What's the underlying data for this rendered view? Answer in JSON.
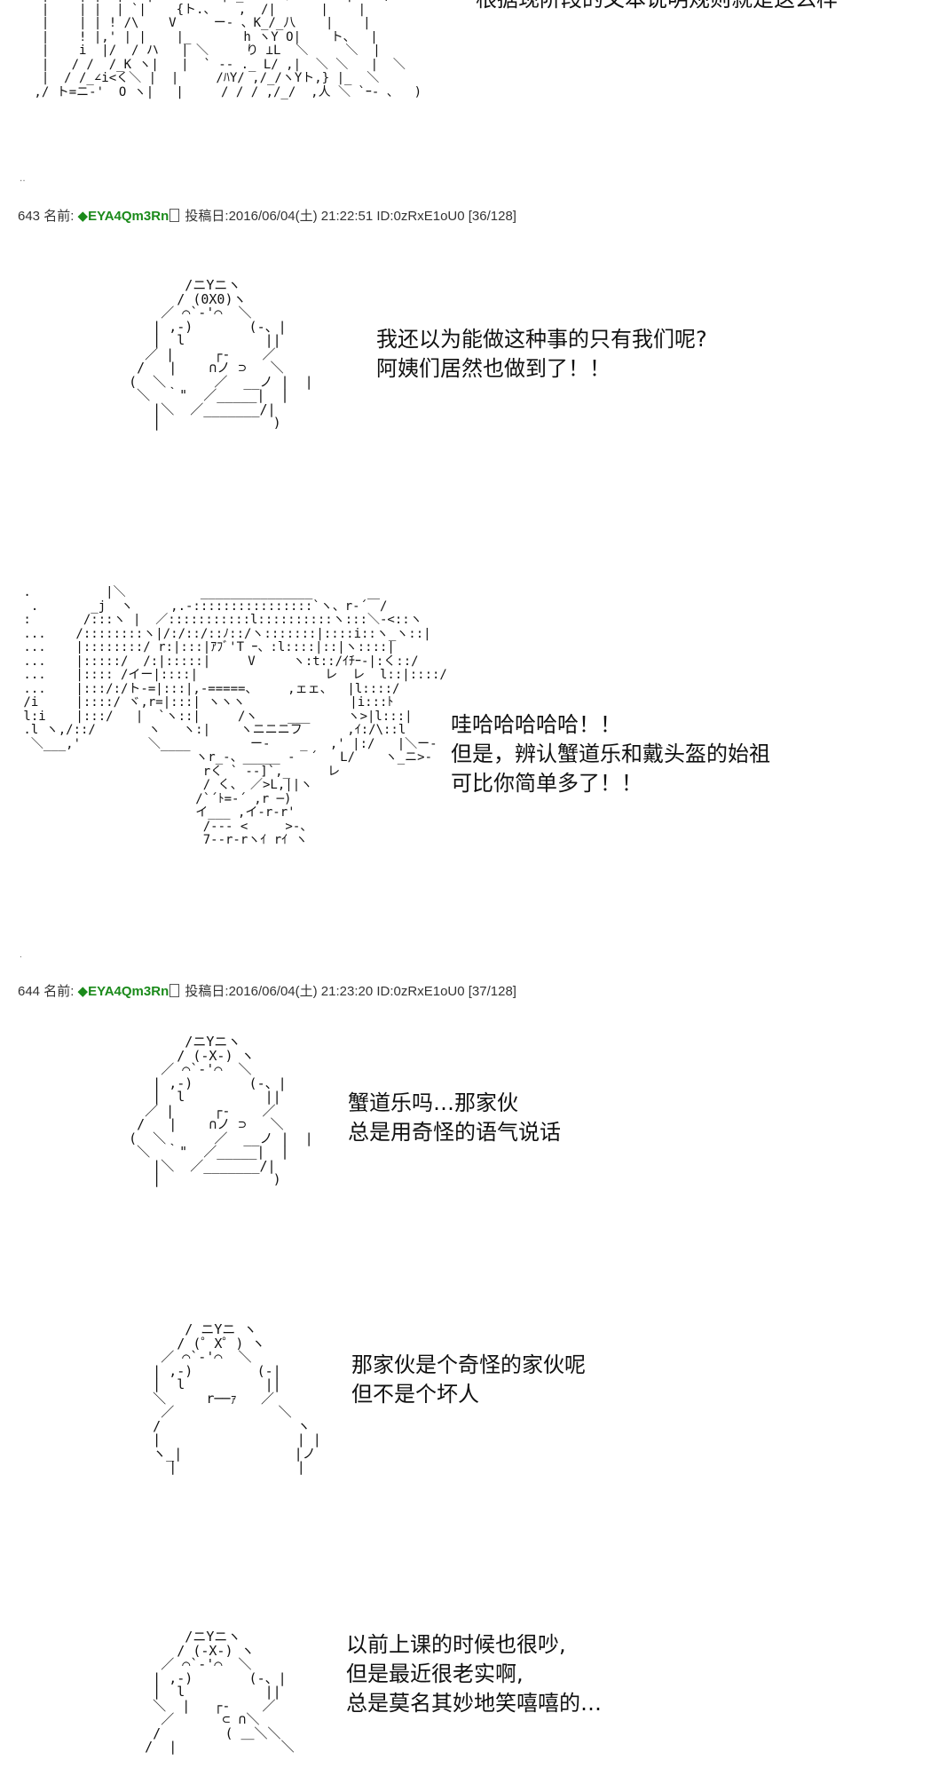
{
  "top_speech": "根据现阶段的文本说明规则就是这么样",
  "posts": [
    {
      "number": "643",
      "name_label": "名前:",
      "trip": "◆EYA4Qm3Rn",
      "date_label": "投稿日:",
      "date": "2016/06/04(土) 21:22:51",
      "id": "ID:0zRxE1oU0",
      "count": "[36/128]"
    },
    {
      "number": "644",
      "name_label": "名前:",
      "trip": "◆EYA4Qm3Rn",
      "date_label": "投稿日:",
      "date": "2016/06/04(土) 21:23:20",
      "id": "ID:0zRxE1oU0",
      "count": "[37/128]"
    }
  ],
  "dialogue": {
    "s1": [
      "我还以为能做这种事的只有我们呢?",
      "阿姨们居然也做到了！！"
    ],
    "s2": [
      "哇哈哈哈哈哈！！",
      "但是，辨认蟹道乐和戴头盔的始祖",
      "可比你简单多了！！"
    ],
    "s3": [
      "蟹道乐吗…那家伙",
      "总是用奇怪的语气说话"
    ],
    "s4": [
      "那家伙是个奇怪的家伙呢",
      "但不是个坏人"
    ],
    "s5": [
      "以前上课的时候也很吵,",
      "但是最近很老实啊,",
      "总是莫名其妙地笑嘻嘻的…"
    ]
  },
  "ascii_art": {
    "aa_top": "  |    | |  | ' |     ` ‐ ┐ _ ノ   /       |    ,\n  |    | |  | `|    {ト.、   ,  /|      |    |\n  |    | | ! /\\    V     ー- 、K_/_八    |    |\n  |    ! |,' | |    |_       h ヽY O|    ト、  |\n  |    i  |/  / ハ   | ＼     り ⊥L  ＼     ＼  |\n  |   / /  /_K ヽ|   |  ` ‐- ._ L/ ,|  ＼ ＼   |  ＼\n  |  / /_∠i<く＼ |  |     /ﾊY/ ,/_/ヽYト,} |_  ＼\n ,/ ト=ニ-'  O ヽ|   |     / / / ,/_/  ,人 ＼ `ｰ- 、  )",
    "aa_sensei1": "          /ニYニヽ\n         / (0X0)ヽ\n       ／ ⌒`‐'⌒  ＼\n      | ,-)       (-、|\n      |  l          ||\n     ／ |     ┌-    ／\n    /   |    ∩ノ ⊃   ＼\n   (  ＼      ／  __ノ |  |\n    ＼  ｀\"  ／_____|  |\n      |＼  ／_______/|\n      |              )",
    "aa_mascot": " .          |＼          _______________\n  .       _j  ヽ     ,.-::::::::::::::::`ヽ、r‐´￣/\n :       /:::ヽ |  ／:::::::::::l::::::::::ヽ:::＼-<::ヽ\n ...    /::::::::ヽ|/:/::/::ﾉ::/ヽ:::::::|::::i::ヽ_ヽ::|\n ...    |::::::::/ r:|:::|ｱﾌﾞ'T ｰ、:l::::|::|ヽ::::|\n ...    |:::::/  /:|:::::|     V     ヽ:t::/ｲﾁｰ-|:く::/\n ...    |:::: /イー|::::|                 レ  レ  l::|::::/\n ...    |:::/:/ト-=|:::|,-=====、    ,ェェ、  |l::::/\n /i     |::::/ ヾ,r=|:::| ヽヽヽ              |i:::ﾄ\n l:i    |:::/   |  `ヽ::|     /ヽ    ___     ヽ>|l:::|\n .l ヽ,/::/       ヽ   ヽ:|    ヽニニニフ      ,ｲ:/\\::l\n  ＼___,'         ＼____        ー‐    _   ,' |:/   |＼ー-\n                        ヽr_-、_____ -  ´   L/    ヽ_ニ>‐\n                         rく ` ‐-]`,_     レ\n                         / く、 ／>L,||ヽ\n                        /`´ﾄ=-´ ,r ─)\n                        イ___ ,イ‐r‐r'\n                         /‐-- <     >-、\n                         7‐-r-rヽｲ rｲ ヽ",
    "aa_sensei2": "          /ニYニヽ\n         / (-X-) ヽ\n       ／ ⌒`‐'⌒  ＼\n      | ,-)       (-、|\n      |  l          ||\n     ／ |     ┌-    ／\n    /   |    ∩ノ ⊃   ＼\n   (  ＼      ／  __ノ |  |\n    ＼  ｀\"  ／_____|  |\n      |＼  ／_______/|\n      |              )",
    "aa_sensei3": "          / ニYニ ヽ\n         / (゜X゜) ヽ\n       ／ ⌒`‐'⌒  ＼\n      | ,-)        (-|\n      |  l          ||\n      ＼     r──ｧ   ／\n       ／             ＼\n      /                 ヽ\n      |                 | |\n      ヽ_|              |ノ\n        |               |",
    "aa_sensei4": "          /ニYニヽ\n         / (-X-) ヽ\n       ／ ⌒`‐'⌒  ＼\n      | ,-)       (-、|\n      |  l          ||\n      ＼  |   ┌-    ／\n       ／      ⊂ ∩＼\n      /        ( ＿＼＼\n     /  |             ＼"
  }
}
